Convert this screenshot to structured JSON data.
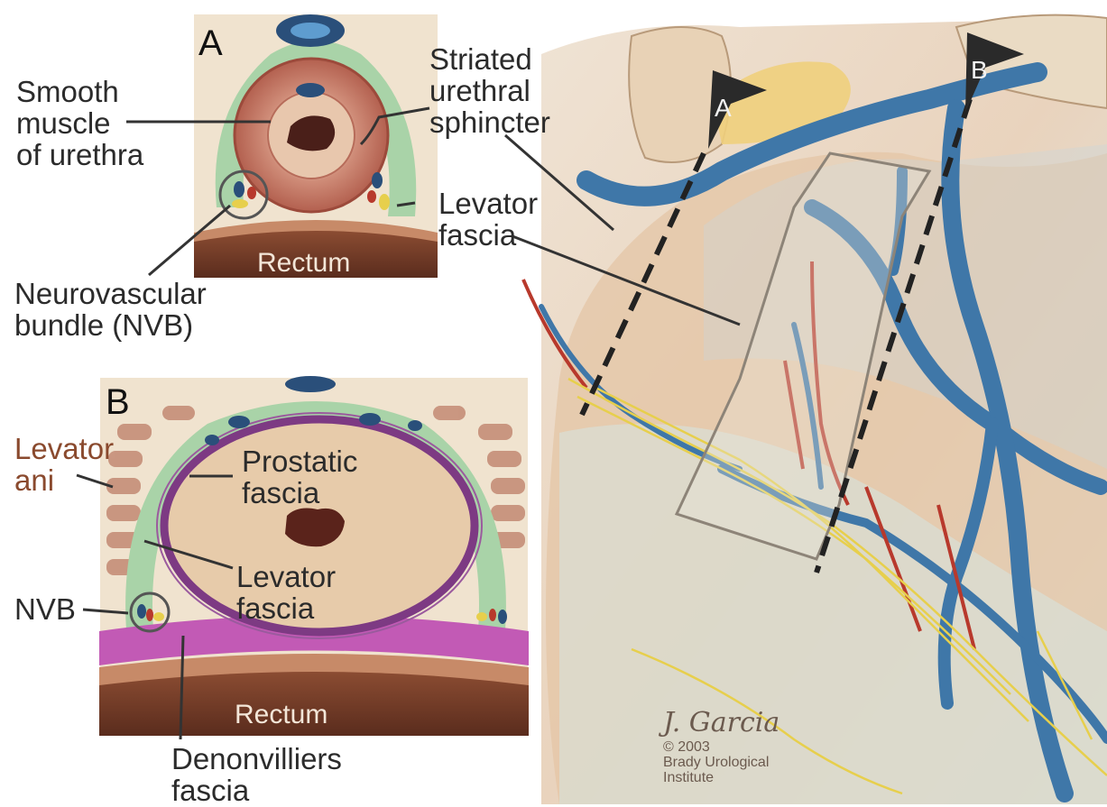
{
  "panel_a": {
    "letter": "A",
    "rectum": "Rectum"
  },
  "panel_b": {
    "letter": "B",
    "rectum": "Rectum"
  },
  "labels": {
    "smooth_muscle": [
      "Smooth",
      "muscle",
      "of urethra"
    ],
    "striated_sphincter": [
      "Striated",
      "urethral",
      "sphincter"
    ],
    "levator_fascia_top": [
      "Levator",
      "fascia"
    ],
    "nvb_full": [
      "Neurovascular",
      "bundle (NVB)"
    ],
    "levator_ani": [
      "Levator",
      "ani"
    ],
    "prostatic_fascia": [
      "Prostatic",
      "fascia"
    ],
    "levator_fascia_b": [
      "Levator",
      "fascia"
    ],
    "nvb_short": "NVB",
    "denonvilliers": [
      "Denonvilliers",
      "fascia"
    ]
  },
  "markers": {
    "a": "A",
    "b": "B"
  },
  "signature": {
    "name": "J. Garcia",
    "copyright": "© 2003",
    "org_line1": "Brady Urological",
    "org_line2": "Institute"
  },
  "colors": {
    "green_fascia": "#a9d3a8",
    "muscle": "#c0705f",
    "prostate": "#e7cbaa",
    "purple": "#7d3a83",
    "magenta": "#c25ab5",
    "rectum": "#6e3a28",
    "vein": "#3f77a8",
    "artery": "#b8392c",
    "nerve": "#e7cf4c"
  }
}
